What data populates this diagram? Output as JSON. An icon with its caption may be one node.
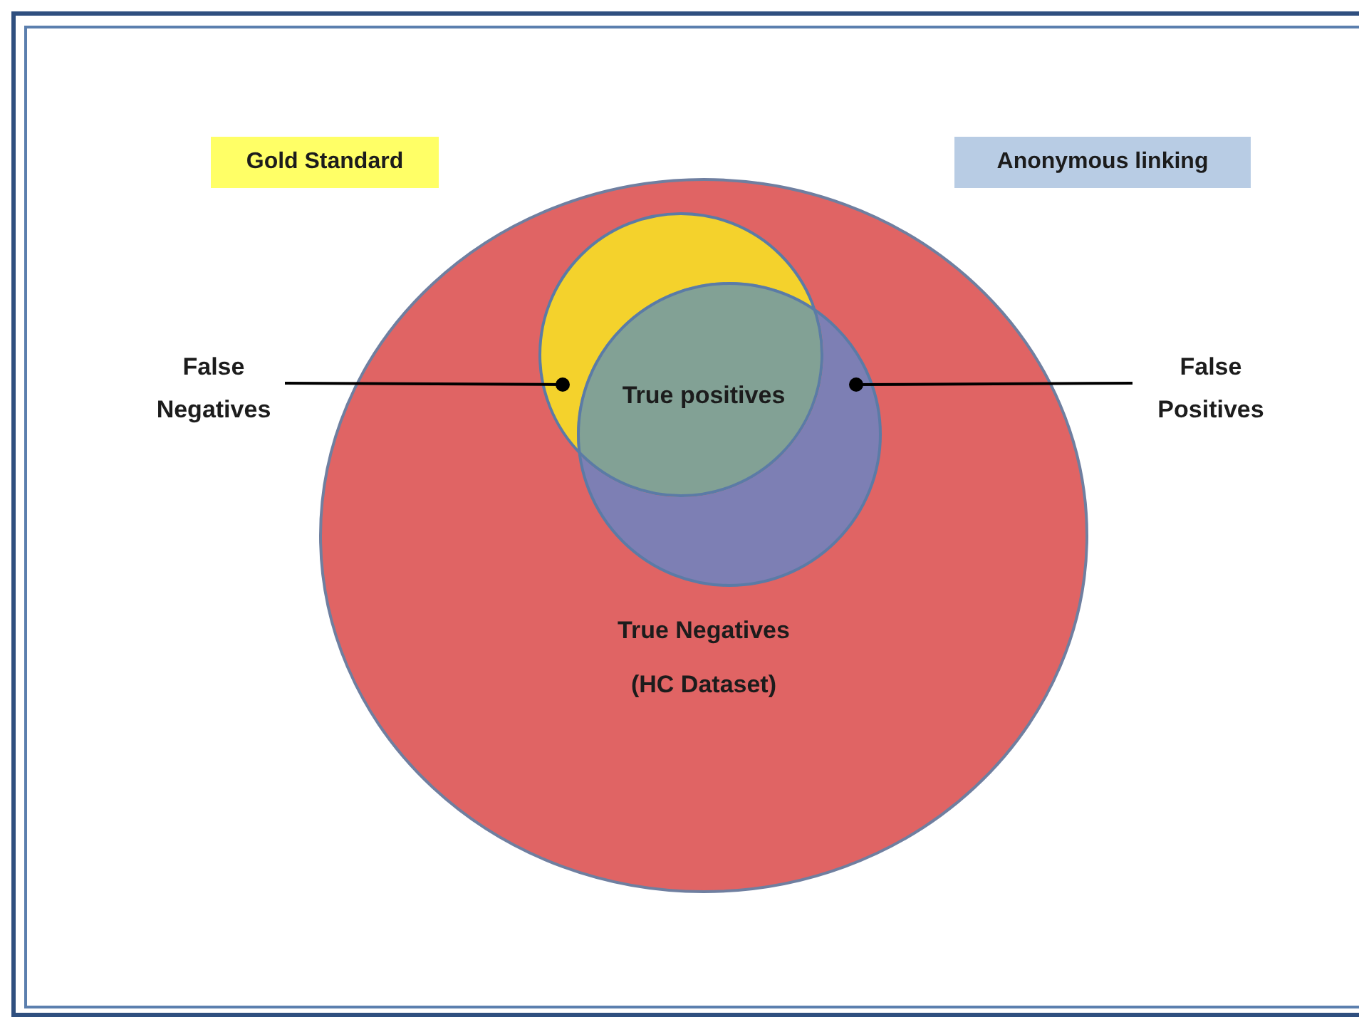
{
  "diagram": {
    "nodes": [
      {
        "text": [
          "True Negatives",
          "(HC Dataset)"
        ]
      },
      {
        "text": [],
        "shape": "circle",
        "in": 0
      },
      {
        "text": [],
        "shape": "circle",
        "in": 0
      },
      {
        "text": [
          "True positives"
        ]
      },
      {
        "text": [
          "False Negatives"
        ]
      },
      {
        "text": [
          "False Positives"
        ]
      }
    ],
    "edges": [
      {
        "from": 4,
        "to": 1,
        "arrow": "other"
      },
      {
        "from": 5,
        "to": 2,
        "arrow": "other"
      }
    ],
    "legend": [
      {
        "text": "Gold Standard",
        "color": "#ffff66"
      },
      {
        "text": "Anonymous linking",
        "color": "#b8cce4"
      }
    ]
  }
}
